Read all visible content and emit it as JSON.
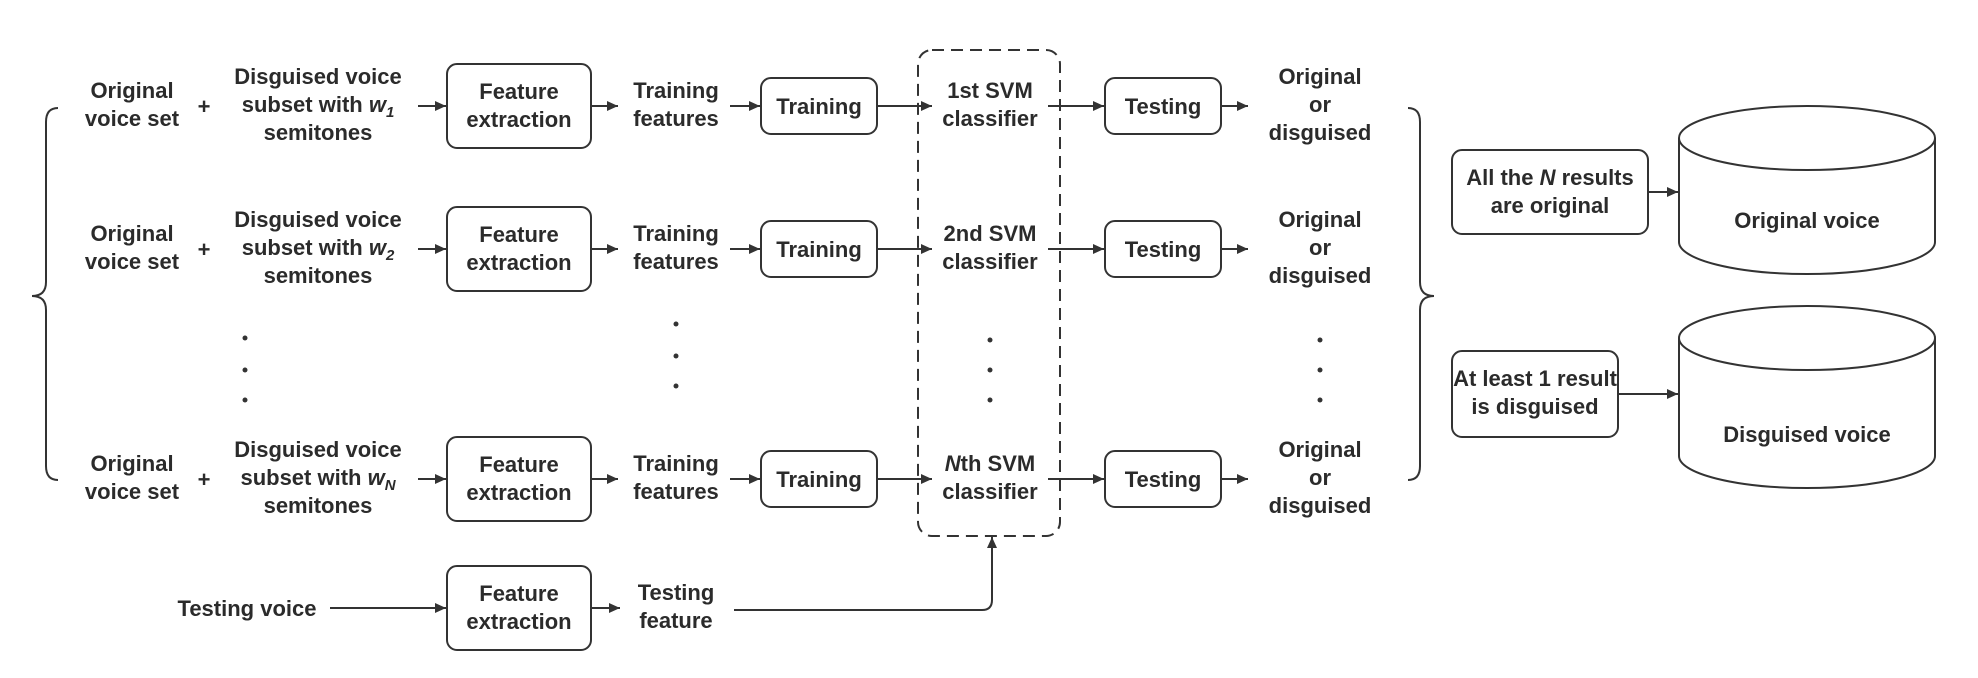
{
  "rows": [
    {
      "original_l1": "Original",
      "original_l2": "voice set",
      "plus": "+",
      "subset_l1": "Disguised voice",
      "subset_l2_prefix": "subset with ",
      "subset_w": "w",
      "subset_sub": "1",
      "subset_l3": "semitones",
      "fe_l1": "Feature",
      "fe_l2": "extraction",
      "tf_l1": "Training",
      "tf_l2": "features",
      "training": "Training",
      "cls_prefix": "",
      "cls_ord": "1st",
      "cls_l1_rest": " SVM",
      "cls_l2": "classifier",
      "testing": "Testing",
      "out_l1": "Original",
      "out_l2": "or",
      "out_l3": "disguised"
    },
    {
      "original_l1": "Original",
      "original_l2": "voice set",
      "plus": "+",
      "subset_l1": "Disguised voice",
      "subset_l2_prefix": "subset with ",
      "subset_w": "w",
      "subset_sub": "2",
      "subset_l3": "semitones",
      "fe_l1": "Feature",
      "fe_l2": "extraction",
      "tf_l1": "Training",
      "tf_l2": "features",
      "training": "Training",
      "cls_prefix": "",
      "cls_ord": "2nd",
      "cls_l1_rest": " SVM",
      "cls_l2": "classifier",
      "testing": "Testing",
      "out_l1": "Original",
      "out_l2": "or",
      "out_l3": "disguised"
    },
    {
      "original_l1": "Original",
      "original_l2": "voice set",
      "plus": "+",
      "subset_l1": "Disguised voice",
      "subset_l2_prefix": "subset with ",
      "subset_w": "w",
      "subset_sub": "N",
      "subset_l3": "semitones",
      "fe_l1": "Feature",
      "fe_l2": "extraction",
      "tf_l1": "Training",
      "tf_l2": "features",
      "training": "Training",
      "cls_prefix": "N",
      "cls_ord": "th",
      "cls_l1_rest": " SVM",
      "cls_l2": "classifier",
      "testing": "Testing",
      "out_l1": "Original",
      "out_l2": "or",
      "out_l3": "disguised"
    }
  ],
  "test_path": {
    "input": "Testing voice",
    "fe_l1": "Feature",
    "fe_l2": "extraction",
    "feature_l1": "Testing",
    "feature_l2": "feature"
  },
  "decisions": {
    "original_rule_pre": "All the ",
    "original_rule_n": "N",
    "original_rule_post": " results",
    "original_rule_l2": "are original",
    "original_db": "Original voice",
    "disguised_rule_l1": "At least 1 result",
    "disguised_rule_l2": "is disguised",
    "disguised_db": "Disguised voice"
  },
  "colors": {
    "stroke": "#333333",
    "text": "#2b2b2b",
    "background": "#ffffff"
  }
}
